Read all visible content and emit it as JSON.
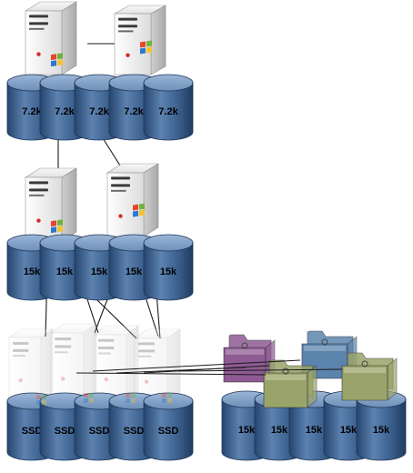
{
  "tiers": [
    {
      "id": "tier-1",
      "disk_label": "7.2k",
      "disks": [
        "7.2k",
        "7.2k",
        "7.2k",
        "7.2k",
        "7.2k"
      ],
      "servers": [
        {
          "name": "server-1a",
          "os": "windows-logo"
        },
        {
          "name": "server-1b",
          "os": "windows-logo"
        }
      ],
      "faded": false
    },
    {
      "id": "tier-2",
      "disk_label": "15k",
      "disks": [
        "15k",
        "15k",
        "15k",
        "15k",
        "15k"
      ],
      "servers": [
        {
          "name": "server-2a",
          "os": "windows-logo"
        },
        {
          "name": "server-2b",
          "os": "windows-logo"
        }
      ],
      "faded": false
    },
    {
      "id": "tier-3",
      "disk_label": "SSD",
      "disks": [
        "SSD",
        "SSD",
        "SSD",
        "SSD",
        "SSD"
      ],
      "servers": [
        {
          "name": "server-3a"
        },
        {
          "name": "server-3b"
        },
        {
          "name": "server-3c"
        },
        {
          "name": "server-3d"
        }
      ],
      "faded": true
    },
    {
      "id": "tier-4",
      "disk_label": "15k",
      "disks": [
        "15k",
        "15k",
        "15k",
        "15k",
        "15k"
      ],
      "folders": [
        {
          "name": "folder-purple",
          "color": "#8e5a93"
        },
        {
          "name": "folder-blue",
          "color": "#5b84ad"
        },
        {
          "name": "folder-olive-1",
          "color": "#9aa46a"
        },
        {
          "name": "folder-olive-2",
          "color": "#9aa46a"
        }
      ],
      "faded": false
    }
  ],
  "colors": {
    "disk_body": "#3b5f8c",
    "disk_top": "#7d9cc2",
    "server_body": "#f2f2f2"
  }
}
